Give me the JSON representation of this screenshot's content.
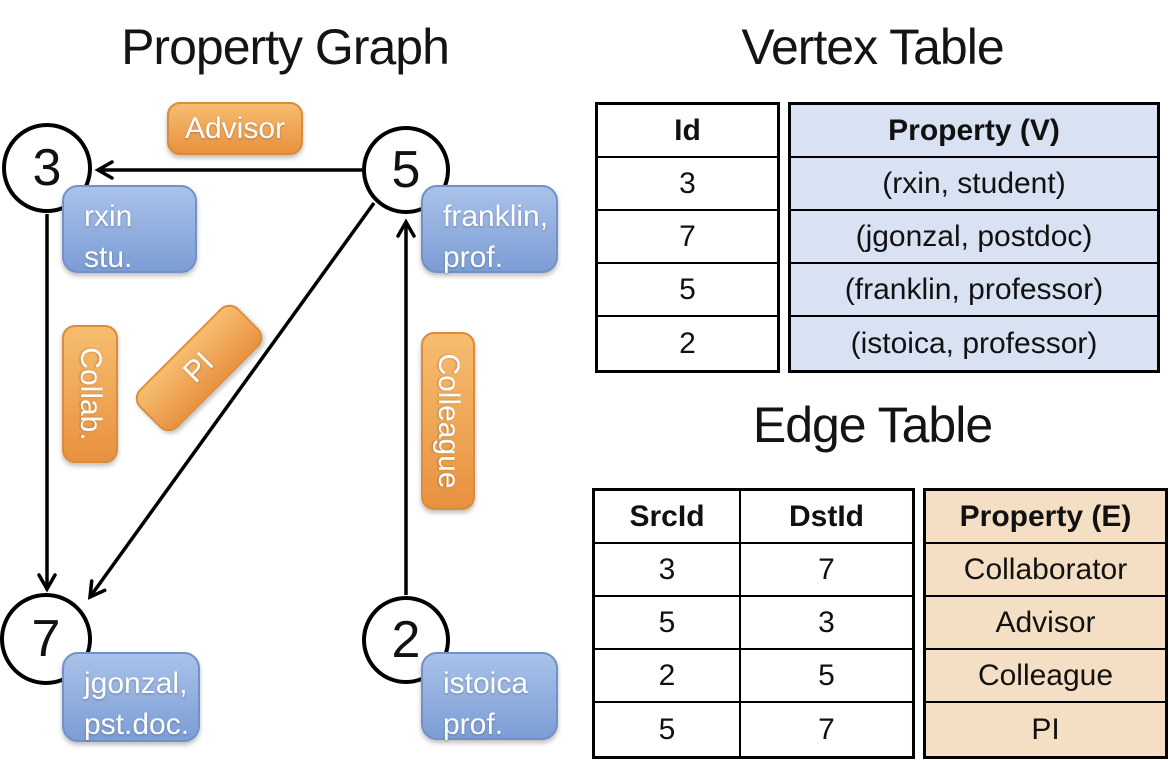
{
  "titles": {
    "property_graph": "Property Graph",
    "vertex_table": "Vertex Table",
    "edge_table": "Edge Table"
  },
  "graph": {
    "vertices": {
      "v3": {
        "id": "3",
        "line1": "rxin",
        "line2": "stu."
      },
      "v5": {
        "id": "5",
        "line1": "franklin,",
        "line2": "prof."
      },
      "v7": {
        "id": "7",
        "line1": "jgonzal,",
        "line2": "pst.doc."
      },
      "v2": {
        "id": "2",
        "line1": "istoica",
        "line2": "prof."
      }
    },
    "edge_labels": {
      "advisor": "Advisor",
      "collab": "Collab.",
      "pi": "PI",
      "colleague": "Colleague"
    }
  },
  "vertex_table": {
    "columns": [
      "Id",
      "Property (V)"
    ],
    "rows": [
      [
        "3",
        "(rxin, student)"
      ],
      [
        "7",
        "(jgonzal, postdoc)"
      ],
      [
        "5",
        "(franklin, professor)"
      ],
      [
        "2",
        "(istoica, professor)"
      ]
    ]
  },
  "edge_table": {
    "columns": [
      "SrcId",
      "DstId",
      "Property (E)"
    ],
    "rows": [
      [
        "3",
        "7",
        "Collaborator"
      ],
      [
        "5",
        "3",
        "Advisor"
      ],
      [
        "2",
        "5",
        "Colleague"
      ],
      [
        "5",
        "7",
        "PI"
      ]
    ]
  },
  "colors": {
    "edge_label_fill_top": "#F6BD6F",
    "edge_label_fill_bottom": "#E89140",
    "vertex_label_fill_top": "#A9C2E9",
    "vertex_label_fill_bottom": "#7C9DD5",
    "vertex_table_property_fill": "#D9E2F3",
    "edge_table_property_fill": "#F5DFC4",
    "line": "#000000"
  }
}
